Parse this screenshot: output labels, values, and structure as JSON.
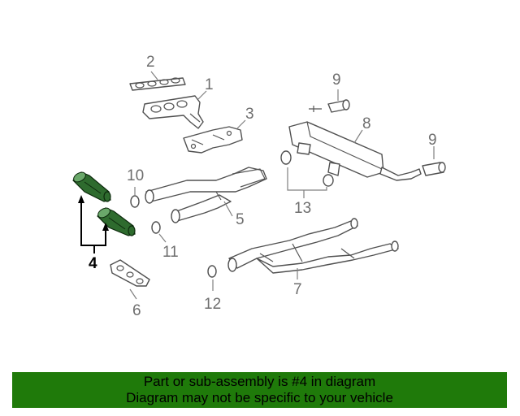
{
  "callouts": {
    "c1": "1",
    "c2": "2",
    "c3": "3",
    "c4": "4",
    "c5": "5",
    "c6": "6",
    "c7": "7",
    "c8": "8",
    "c9a": "9",
    "c9b": "9",
    "c10": "10",
    "c11": "11",
    "c12": "12",
    "c13": "13"
  },
  "highlight": {
    "part_number": "4",
    "color": "#2e6b2e"
  },
  "banner": {
    "line1": "Part or sub-assembly is #4 in diagram",
    "line2": "Diagram may not be specific to your vehicle",
    "background": "#1f7a0a"
  }
}
